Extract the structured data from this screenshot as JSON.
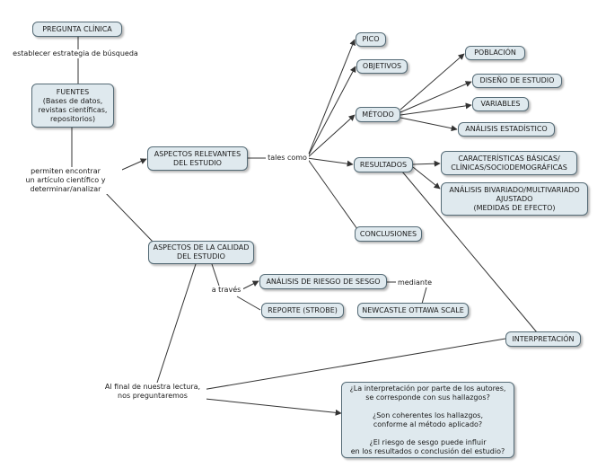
{
  "nodes": {
    "pregunta": "PREGUNTA CLÍNICA",
    "fuentes": "FUENTES\n(Bases de datos,\nrevistas científicas,\nrepositorios)",
    "aspectos_rel": "ASPECTOS RELEVANTES\nDEL ESTUDIO",
    "aspectos_cal": "ASPECTOS DE LA CALIDAD\nDEL ESTUDIO",
    "pico": "PICO",
    "objetivos": "OBJETIVOS",
    "metodo": "MÉTODO",
    "resultados": "RESULTADOS",
    "conclusiones": "CONCLUSIONES",
    "poblacion": "POBLACIÓN",
    "diseno": "DISEÑO DE ESTUDIO",
    "variables": "VARIABLES",
    "analisis_est": "ANÁLISIS ESTADÍSTICO",
    "caracteristicas": "CARACTERÍSTICAS BÁSICAS/\nCLÍNICAS/SOCIODEMOGRÁFICAS",
    "bivariado": "ANÁLISIS BIVARIADO/MULTIVARIADO\nAJUSTADO\n(MEDIDAS DE EFECTO)",
    "riesgo": "ANÁLISIS DE RIESGO DE SESGO",
    "reporte": "REPORTE (STROBE)",
    "newcastle": "NEWCASTLE OTTAWA SCALE",
    "interpretacion": "INTERPRETACIÓN",
    "preguntas_finales": "¿La interpretación por parte de los autores,\nse corresponde con sus hallazgos?\n\n¿Son coherentes los hallazgos,\nconforme al método aplicado?\n\n¿El riesgo de sesgo puede influir\nen los resultados o conclusión del estudio?"
  },
  "labels": {
    "estrategia": "establecer estrategia de búsqueda",
    "permiten": "permiten encontrar\nun artículo científico y\ndeterminar/analizar",
    "tales_como": "tales como",
    "a_traves": "a través",
    "mediante": "mediante",
    "al_final": "Al final de nuestra lectura,\nnos preguntaremos"
  },
  "colors": {
    "node_fill": "#dfe9ee",
    "node_border": "#556b76",
    "line": "#333333"
  }
}
